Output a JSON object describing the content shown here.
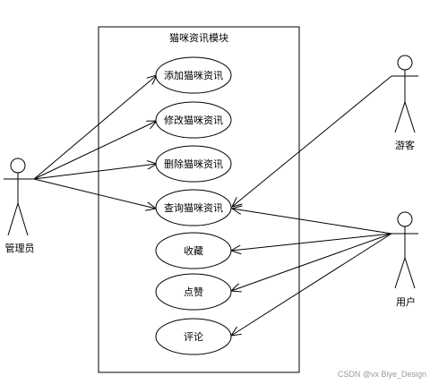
{
  "system": {
    "title": "猫咪资讯模块"
  },
  "actors": {
    "admin": {
      "name": "管理员"
    },
    "guest": {
      "name": "游客"
    },
    "user": {
      "name": "用户"
    }
  },
  "use_cases": {
    "add": "添加猫咪资讯",
    "edit": "修改猫咪资讯",
    "delete": "删除猫咪资讯",
    "query": "查询猫咪资讯",
    "favorite": "收藏",
    "like": "点赞",
    "comment": "评论"
  },
  "watermark": "CSDN @vx Biye_Design"
}
